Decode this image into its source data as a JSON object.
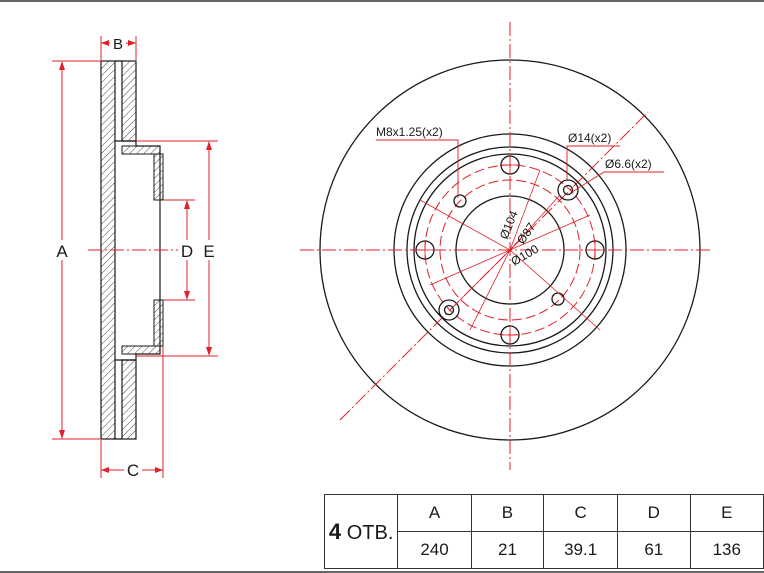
{
  "side_view": {
    "labels": {
      "a": "A",
      "b": "B",
      "c": "C",
      "d": "D",
      "e": "E"
    }
  },
  "front_view": {
    "callouts": {
      "thread": "M8x1.25(x2)",
      "hole14": "Ø14(x2)",
      "hole66": "Ø6.6(x2)",
      "dia104": "Ø104",
      "dia87": "Ø87",
      "dia100": "Ø100"
    }
  },
  "table": {
    "holes_count": "4",
    "holes_suffix": "ОТВ.",
    "headers": [
      "A",
      "B",
      "C",
      "D",
      "E"
    ],
    "values": [
      "240",
      "21",
      "39.1",
      "61",
      "136"
    ]
  },
  "colors": {
    "dimension": "#e0202a",
    "line": "#1a1a1a"
  }
}
